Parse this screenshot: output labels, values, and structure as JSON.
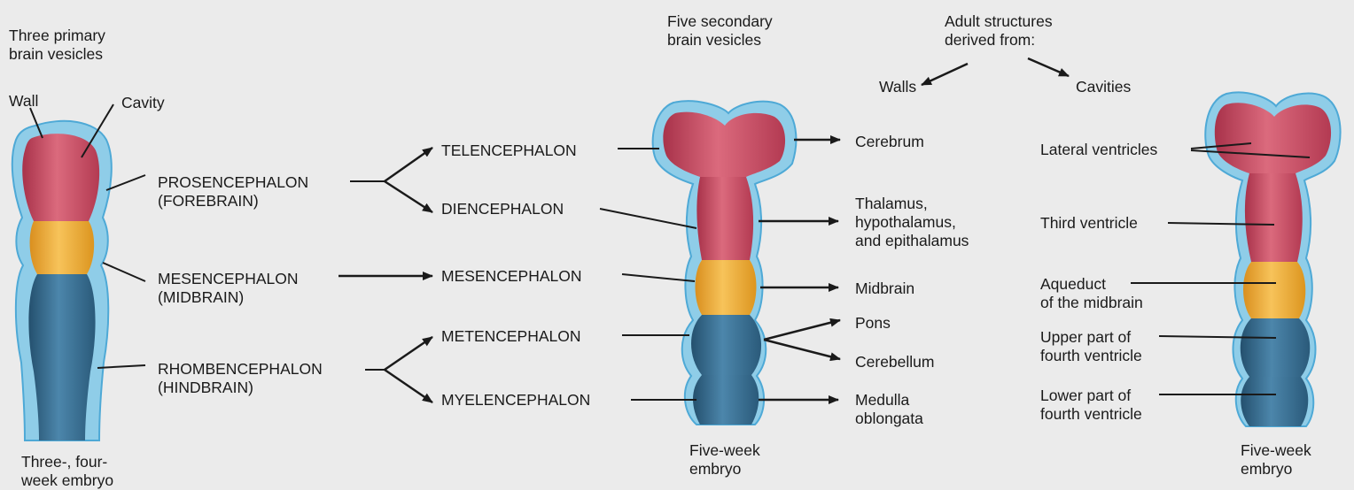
{
  "primary": {
    "heading": "Three primary\nbrain vesicles",
    "wall": "Wall",
    "cavity": "Cavity",
    "prosencephalon": "PROSENCEPHALON\n(FOREBRAIN)",
    "mesencephalon": "MESENCEPHALON\n(MIDBRAIN)",
    "rhombencephalon": "RHOMBENCEPHALON\n(HINDBRAIN)",
    "caption": "Three-, four-\nweek embryo"
  },
  "secondary": {
    "heading": "Five secondary\nbrain vesicles",
    "telencephalon": "TELENCEPHALON",
    "diencephalon": "DIENCEPHALON",
    "mesencephalon": "MESENCEPHALON",
    "metencephalon": "METENCEPHALON",
    "myelencephalon": "MYELENCEPHALON",
    "caption": "Five-week\nembryo"
  },
  "adult": {
    "heading": "Adult structures\nderived from:",
    "walls_label": "Walls",
    "cavities_label": "Cavities",
    "walls": {
      "cerebrum": "Cerebrum",
      "thalamus": "Thalamus,\nhypothalamus,\nand epithalamus",
      "midbrain": "Midbrain",
      "pons": "Pons",
      "cerebellum": "Cerebellum",
      "medulla": "Medulla\noblongata"
    },
    "cavities": {
      "lateral": "Lateral ventricles",
      "third": "Third ventricle",
      "aqueduct": "Aqueduct\nof the midbrain",
      "upper_fourth": "Upper part of\nfourth ventricle",
      "lower_fourth": "Lower part of\nfourth ventricle"
    },
    "caption": "Five-week\nembryo"
  },
  "colors": {
    "background": "#ebebeb",
    "wall": "#8fcde8",
    "wall_edge": "#4ea9d6",
    "forebrain": "#c8485f",
    "midbrain": "#eeaa2e",
    "hindbrain": "#346c91",
    "line": "#1a1a1a"
  }
}
